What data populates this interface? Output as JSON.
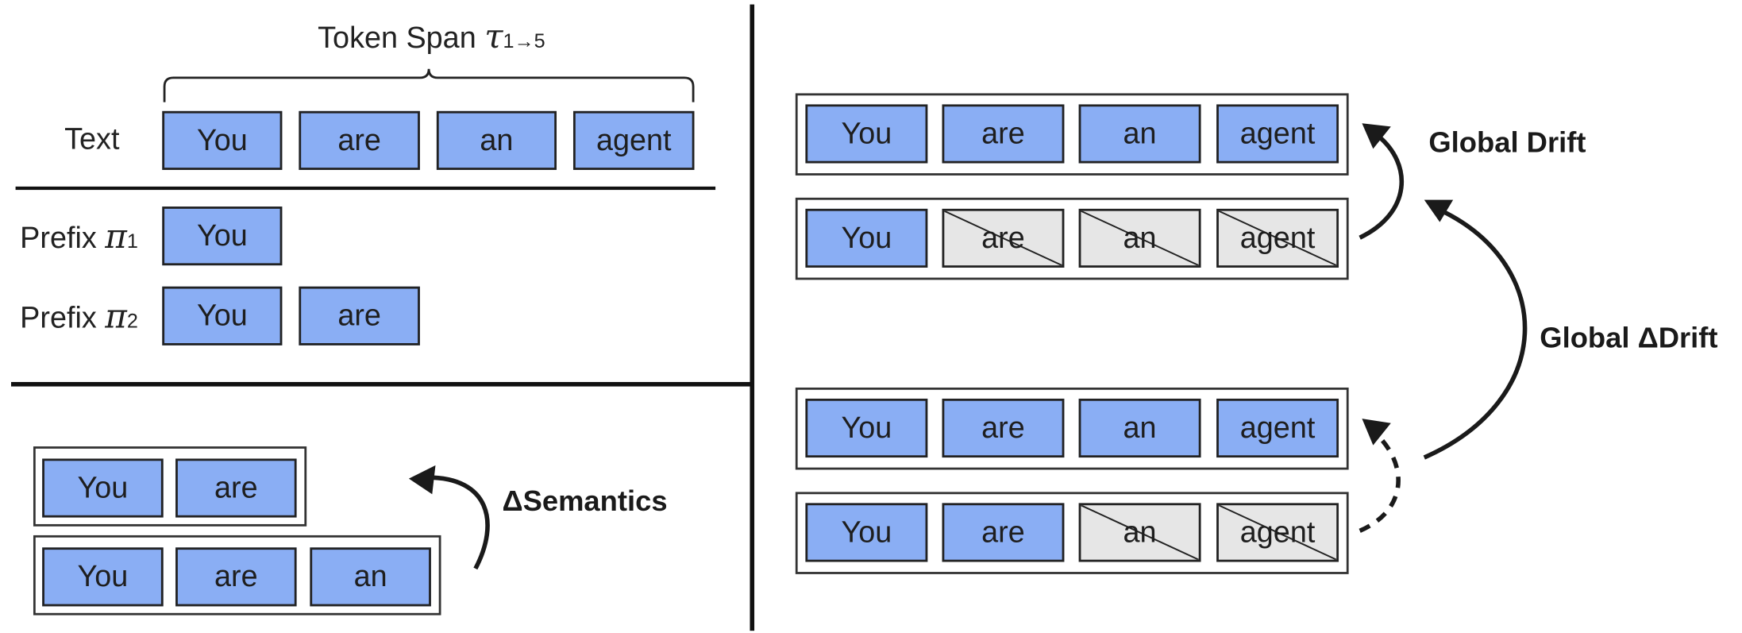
{
  "left_top": {
    "brace_label": {
      "text": "Token Span ",
      "symbol": "τ",
      "subscript": "1→5"
    },
    "text_row_label": "Text",
    "text_tokens": [
      "You",
      "are",
      "an",
      "agent"
    ],
    "prefix1": {
      "label": "Prefix ",
      "symbol": "π",
      "subscript": "1",
      "tokens": [
        "You"
      ]
    },
    "prefix2": {
      "label": "Prefix ",
      "symbol": "π",
      "subscript": "2",
      "tokens": [
        "You",
        "are"
      ]
    }
  },
  "left_bottom": {
    "group_a": [
      "You",
      "are"
    ],
    "group_b": [
      "You",
      "are",
      "an"
    ],
    "arrow_label": "ΔSemantics"
  },
  "right": {
    "row1": [
      "You",
      "are",
      "an",
      "agent"
    ],
    "row2": [
      "You",
      "are",
      "an",
      "agent"
    ],
    "row3": [
      "You",
      "are",
      "an",
      "agent"
    ],
    "row4": [
      "You",
      "are",
      "an",
      "agent"
    ],
    "global_drift_label": "Global Drift",
    "global_delta_drift_label": "Global ΔDrift"
  },
  "colors": {
    "token_fill": "#8aaef4",
    "masked_fill": "#e6e6e6",
    "stroke": "#222222"
  }
}
